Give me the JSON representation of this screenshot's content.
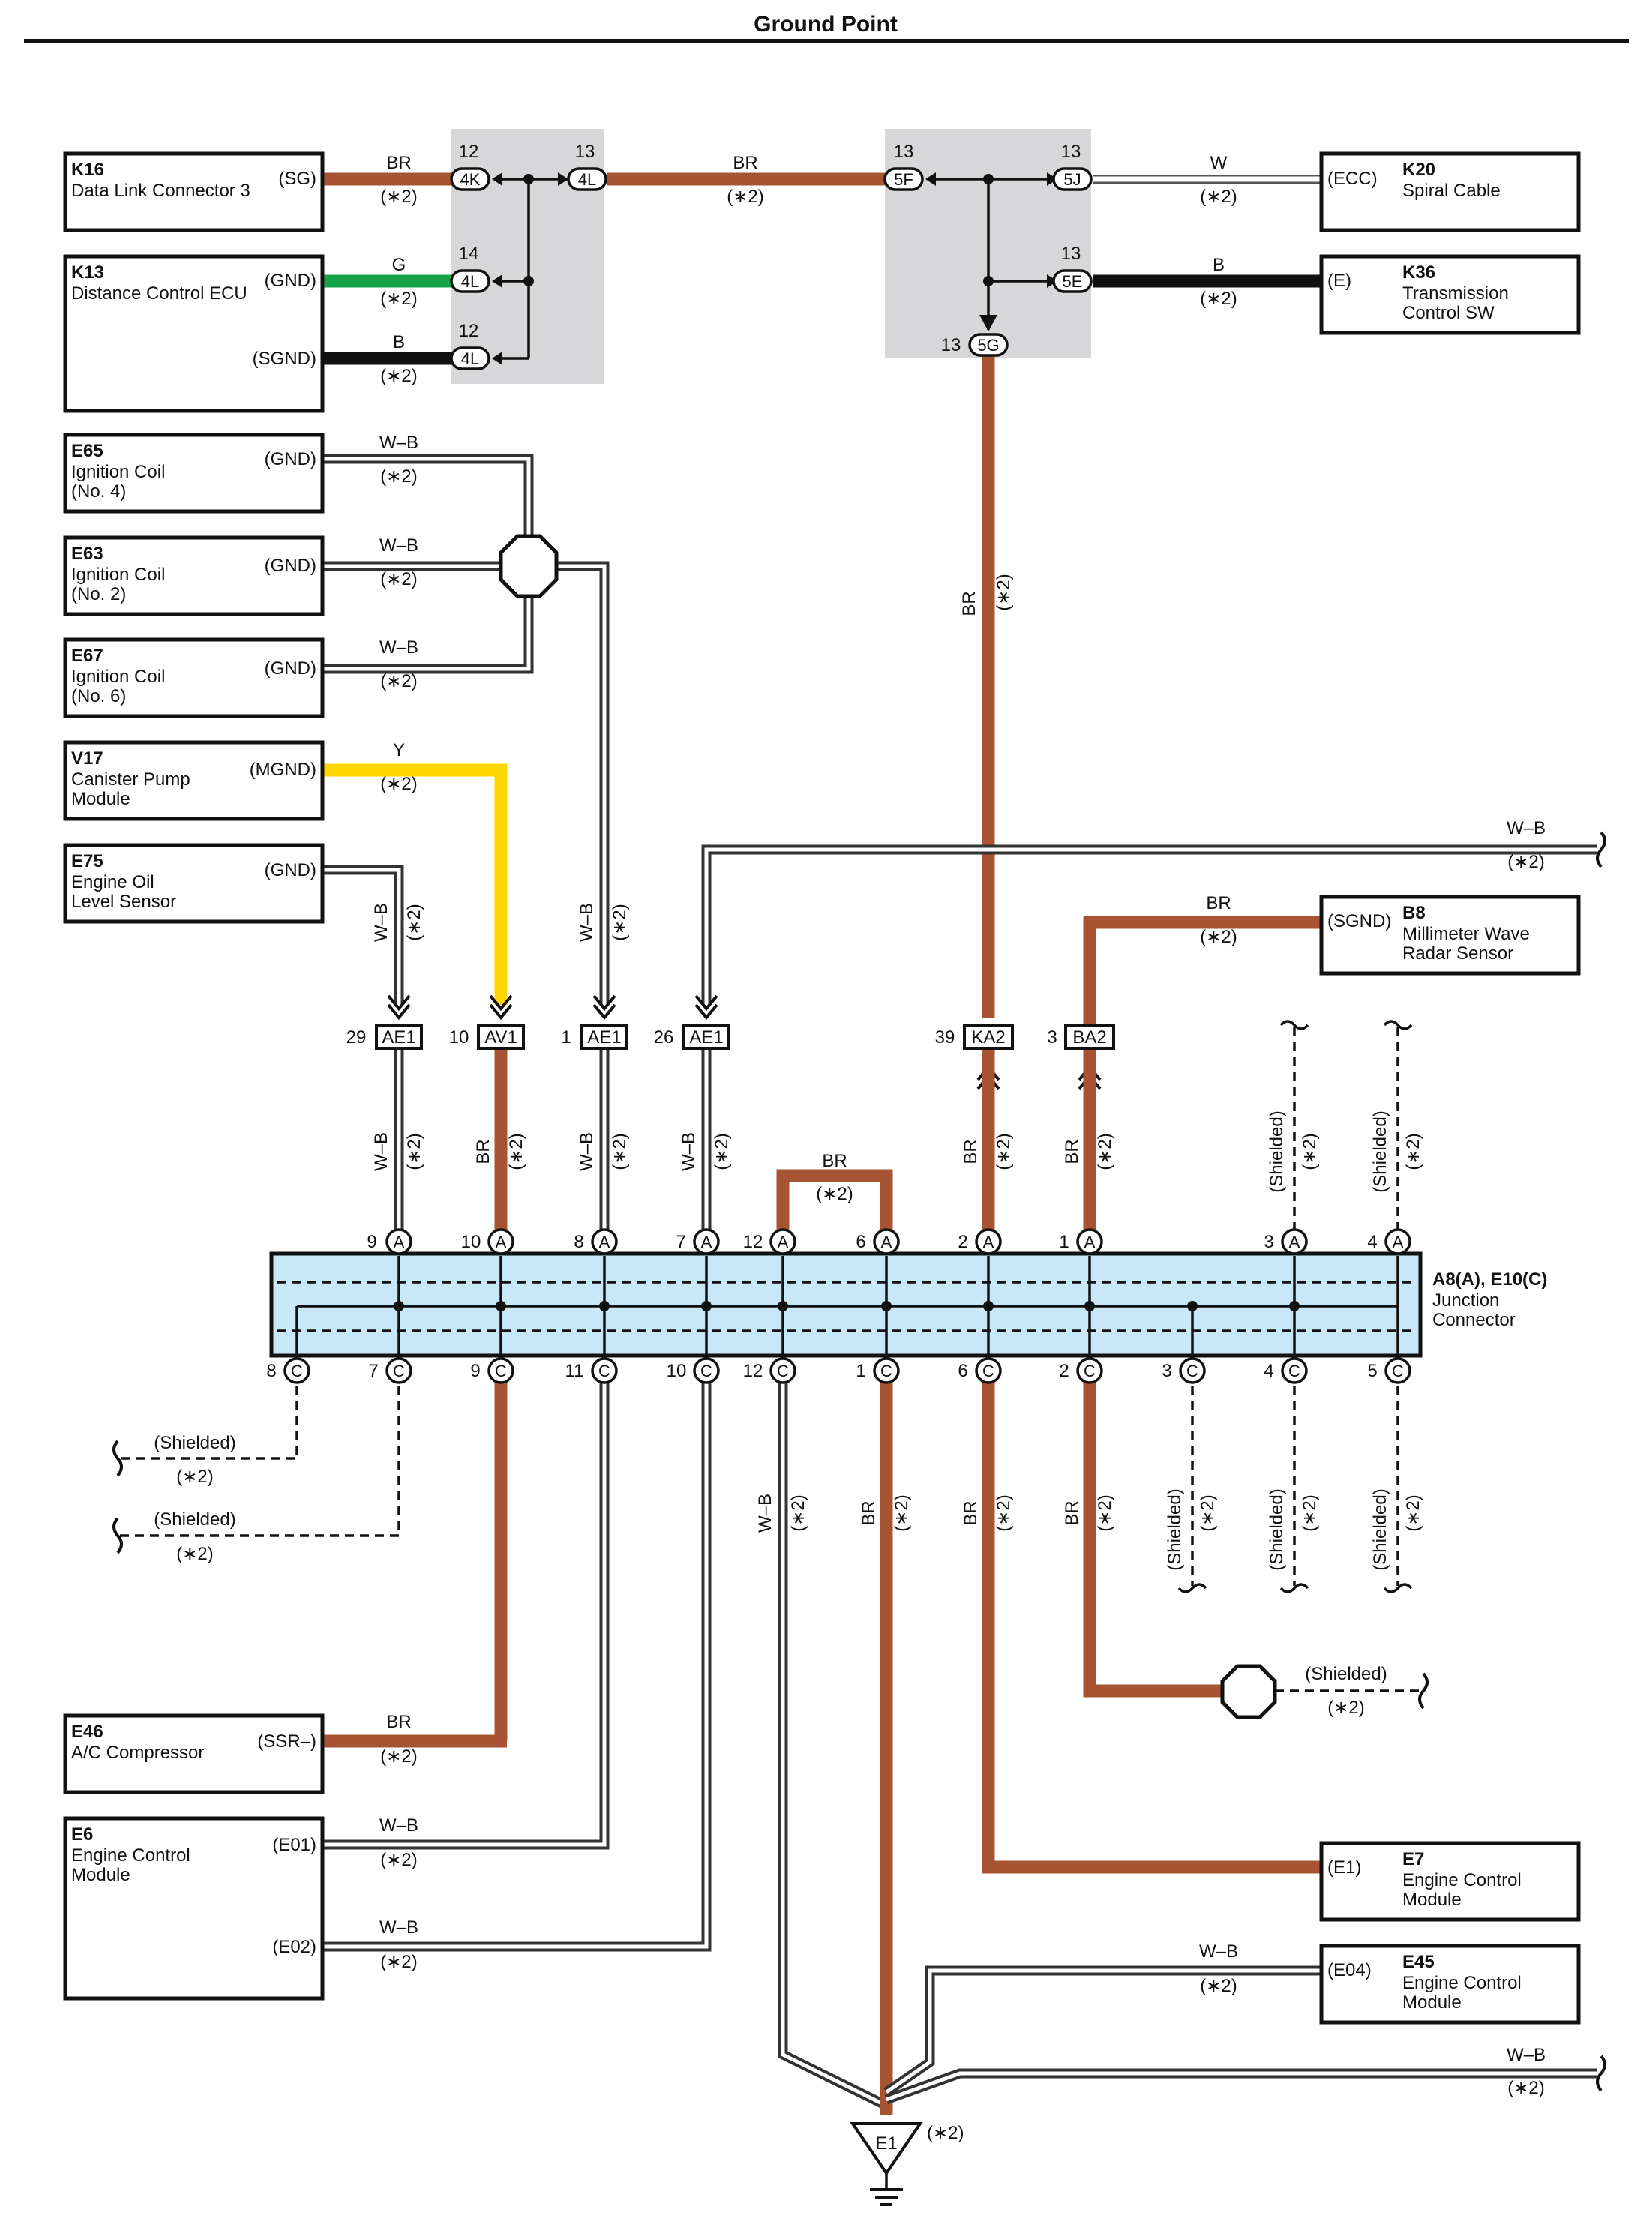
{
  "title": "Ground Point",
  "components": {
    "k16": {
      "id": "K16",
      "name": "Data Link Connector 3",
      "pin": "(SG)"
    },
    "k13": {
      "id": "K13",
      "name": "Distance Control ECU",
      "pin1": "(GND)",
      "pin2": "(SGND)"
    },
    "e65": {
      "id": "E65",
      "name1": "Ignition Coil",
      "name2": "(No. 4)",
      "pin": "(GND)"
    },
    "e63": {
      "id": "E63",
      "name1": "Ignition Coil",
      "name2": "(No. 2)",
      "pin": "(GND)"
    },
    "e67": {
      "id": "E67",
      "name1": "Ignition Coil",
      "name2": "(No. 6)",
      "pin": "(GND)"
    },
    "v17": {
      "id": "V17",
      "name1": "Canister Pump",
      "name2": "Module",
      "pin": "(MGND)"
    },
    "e75": {
      "id": "E75",
      "name1": "Engine Oil",
      "name2": "Level Sensor",
      "pin": "(GND)"
    },
    "k20": {
      "id": "K20",
      "name": "Spiral Cable",
      "pin": "(ECC)"
    },
    "k36": {
      "id": "K36",
      "name1": "Transmission",
      "name2": "Control SW",
      "pin": "(E)"
    },
    "b8": {
      "id": "B8",
      "name1": "Millimeter Wave",
      "name2": "Radar Sensor",
      "pin": "(SGND)"
    },
    "e46": {
      "id": "E46",
      "name": "A/C Compressor",
      "pin": "(SSR–)"
    },
    "e6": {
      "id": "E6",
      "name1": "Engine Control",
      "name2": "Module",
      "pin1": "(E01)",
      "pin2": "(E02)"
    },
    "e7": {
      "id": "E7",
      "name1": "Engine Control",
      "name2": "Module",
      "pin": "(E1)"
    },
    "e45": {
      "id": "E45",
      "name1": "Engine Control",
      "name2": "Module",
      "pin": "(E04)"
    }
  },
  "junction": {
    "id": "A8(A), E10(C)",
    "name1": "Junction",
    "name2": "Connector"
  },
  "ground": {
    "id": "E1",
    "note": "(∗2)"
  },
  "wire_colors": {
    "br": "BR",
    "g": "G",
    "b": "B",
    "w": "W",
    "wb": "W–B",
    "y": "Y",
    "shielded": "(Shielded)",
    "note": "(∗2)"
  },
  "colors": {
    "brown": "#a85433",
    "green": "#16a34a",
    "black": "#111111",
    "yellow": "#ffd700",
    "junction_fill": "#c9e8f7",
    "splice_fill": "#d7d7d9"
  },
  "connectors": {
    "c4k": "4K",
    "c4l": "4L",
    "c5f": "5F",
    "c5j": "5J",
    "c5e": "5E",
    "c5g": "5G",
    "ae1": "AE1",
    "av1": "AV1",
    "ka2": "KA2",
    "ba2": "BA2",
    "a": "A",
    "c": "C"
  },
  "pins": {
    "p12": "12",
    "p13": "13",
    "p14": "14",
    "p29": "29",
    "p10": "10",
    "p1": "1",
    "p26": "26",
    "p39": "39",
    "p3": "3",
    "p9": "9",
    "p8": "8",
    "p7": "7",
    "p6": "6",
    "p2": "2",
    "p4": "4",
    "p11": "11",
    "p5": "5"
  }
}
